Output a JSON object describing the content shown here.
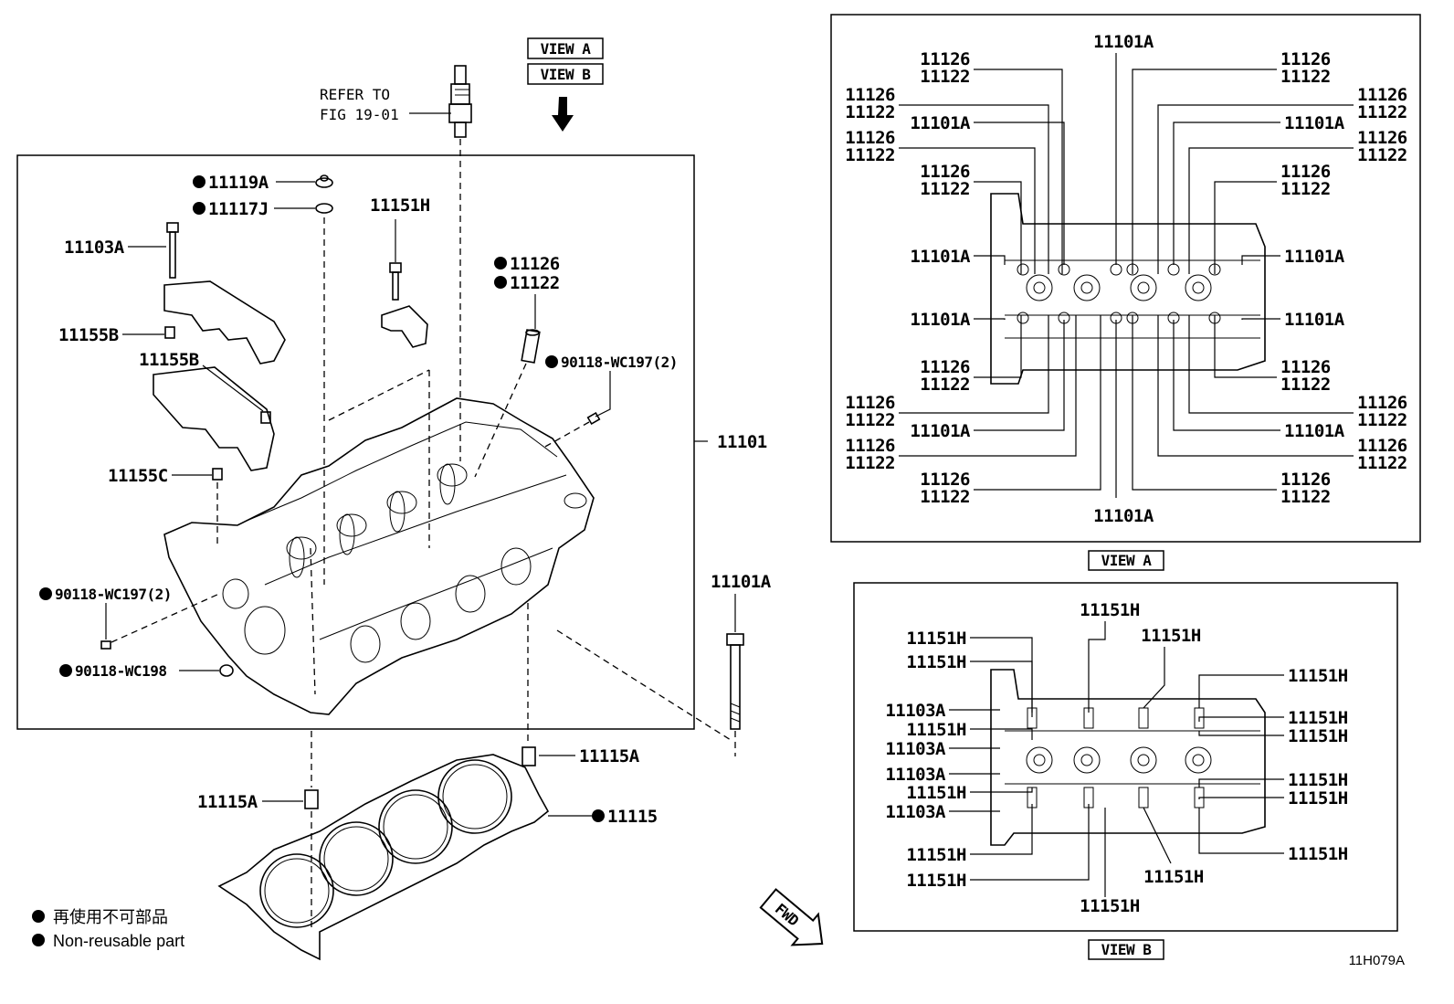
{
  "main": {
    "view_a_tag": "VIEW A",
    "view_b_tag": "VIEW B",
    "refer_line1": "REFER TO",
    "refer_line2": "FIG 19-01",
    "assembly_label": "11101",
    "bolt_label": "11101A",
    "parts": [
      {
        "id": "11119A",
        "non_reusable": true
      },
      {
        "id": "11117J",
        "non_reusable": true
      },
      {
        "id": "11151H",
        "non_reusable": false
      },
      {
        "id": "11103A",
        "non_reusable": false
      },
      {
        "id": "11126",
        "non_reusable": true
      },
      {
        "id": "11122",
        "non_reusable": true
      },
      {
        "id": "11155B",
        "non_reusable": false
      },
      {
        "id": "11155B",
        "non_reusable": false
      },
      {
        "id": "90118-WC197(2)",
        "non_reusable": true
      },
      {
        "id": "11155C",
        "non_reusable": false
      },
      {
        "id": "90118-WC197(2)",
        "non_reusable": true
      },
      {
        "id": "90118-WC198",
        "non_reusable": true
      },
      {
        "id": "11115A",
        "non_reusable": false
      },
      {
        "id": "11115A",
        "non_reusable": false
      },
      {
        "id": "11115",
        "non_reusable": true
      }
    ]
  },
  "view_a": {
    "caption": "VIEW A",
    "top_bolt": "11101A",
    "bottom_bolt": "11101A",
    "seal_top": "11126",
    "seal_bottom": "11122",
    "bolt": "11101A"
  },
  "view_b": {
    "caption": "VIEW B",
    "bolt": "11151H",
    "pin": "11103A"
  },
  "legend": {
    "jp": "再使用不可部品",
    "en": "Non-reusable part"
  },
  "fwd": "FWD",
  "figure_code": "11H079A"
}
